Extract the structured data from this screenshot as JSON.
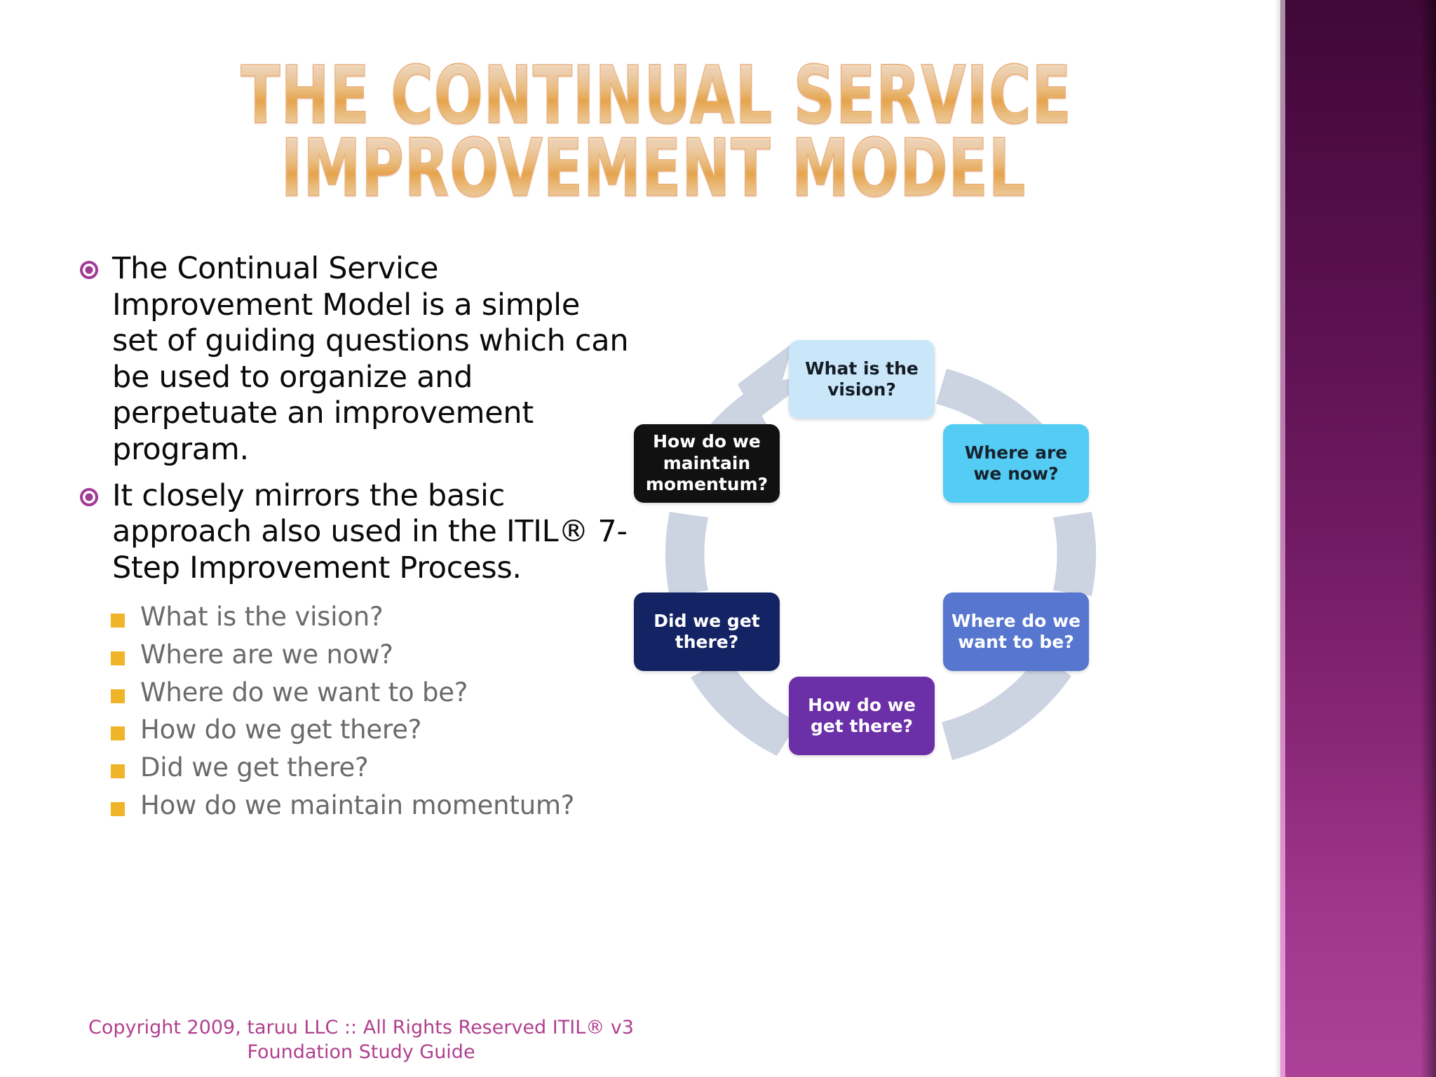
{
  "slide": {
    "title_line_1": "The Continual Service",
    "title_line_2": "Improvement Model",
    "accent_orange": "#f2a83f",
    "accent_purple": "#a23a96",
    "background": "#ffffff"
  },
  "bullets": [
    {
      "text": "The Continual Service Improvement Model is a simple set of guiding questions which can be used to organize and perpetuate an improvement program.",
      "marker": "ring-bullet"
    },
    {
      "text": "It closely mirrors the basic approach also used in the ITIL® 7-Step Improvement Process.",
      "marker": "ring-bullet"
    }
  ],
  "sub_bullets": [
    {
      "text": "What is the vision?"
    },
    {
      "text": "Where are we now?"
    },
    {
      "text": "Where do we want to be?"
    },
    {
      "text": "How do we get there?"
    },
    {
      "text": "Did we get there?"
    },
    {
      "text": "How do we maintain momentum?"
    }
  ],
  "diagram": {
    "type": "cycle",
    "direction": "clockwise",
    "arrow_color": "#ccd3e1",
    "nodes": [
      {
        "id": "vision",
        "label": "What is the vision?",
        "position": "top",
        "fill": "#cae7fa",
        "text_color": "#151b24"
      },
      {
        "id": "now",
        "label": "Where are we now?",
        "position": "top-right",
        "fill": "#55ccf4",
        "text_color": "#16222e"
      },
      {
        "id": "want",
        "label": "Where do we want to be?",
        "position": "bottom-right",
        "fill": "#5676cf",
        "text_color": "#ffffff"
      },
      {
        "id": "get",
        "label": "How do we get there?",
        "position": "bottom",
        "fill": "#6b2fa8",
        "text_color": "#ffffff"
      },
      {
        "id": "did",
        "label": "Did we get there?",
        "position": "bottom-left",
        "fill": "#132364",
        "text_color": "#ffffff"
      },
      {
        "id": "maintain",
        "label": "How do we maintain momentum?",
        "position": "top-left",
        "fill": "#111111",
        "text_color": "#ffffff"
      }
    ]
  },
  "footer": {
    "line_1": "Copyright 2009, taruu LLC :: All Rights Reserved ITIL® v3",
    "line_2": "Foundation Study Guide",
    "color": "#b0408f"
  },
  "decoration": {
    "right_band_top_color": "#3f0836",
    "right_band_bottom_color": "#ac4198"
  }
}
